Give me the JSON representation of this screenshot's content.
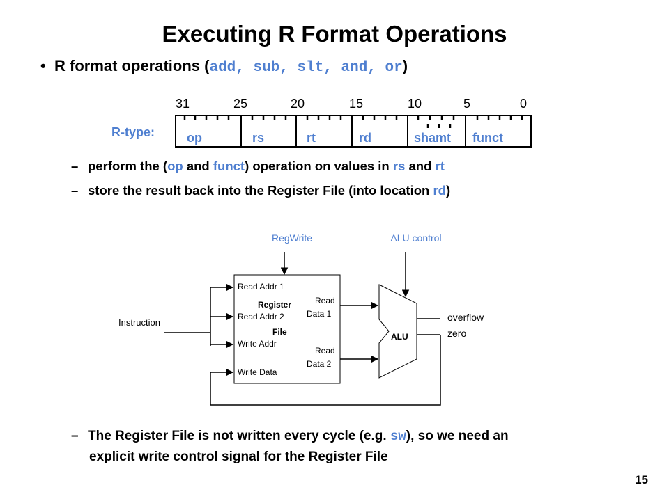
{
  "title": "Executing R Format Operations",
  "bullet": {
    "prefix": "R format operations (",
    "ops": "add, sub, slt, and, or",
    "suffix": ")"
  },
  "rtype": {
    "label": "R-type:",
    "bit_labels": [
      "31",
      "25",
      "20",
      "15",
      "10",
      "5",
      "0"
    ],
    "fields": [
      "op",
      "rs",
      "rt",
      "rd",
      "shamt",
      "funct"
    ]
  },
  "points": [
    {
      "dash": "–",
      "segments": [
        {
          "text": "perform the (",
          "hl": false
        },
        {
          "text": "op",
          "hl": true
        },
        {
          "text": " and ",
          "hl": false
        },
        {
          "text": "funct",
          "hl": true
        },
        {
          "text": ") operation on values in ",
          "hl": false
        },
        {
          "text": "rs",
          "hl": true
        },
        {
          "text": " and ",
          "hl": false
        },
        {
          "text": "rt",
          "hl": true
        }
      ]
    },
    {
      "dash": "–",
      "segments": [
        {
          "text": "store the result back into the Register File (into location ",
          "hl": false
        },
        {
          "text": "rd",
          "hl": true
        },
        {
          "text": ")",
          "hl": false
        }
      ]
    }
  ],
  "diagram": {
    "regwrite": "RegWrite",
    "alu_control": "ALU control",
    "instruction": "Instruction",
    "read_addr1": "Read Addr 1",
    "read_addr2": "Read Addr 2",
    "write_addr": "Write Addr",
    "write_data": "Write Data",
    "register": "Register",
    "file": "File",
    "read": "Read",
    "data1": "Data 1",
    "data2": "Data 2",
    "alu": "ALU",
    "overflow": "overflow",
    "zero": "zero"
  },
  "note": {
    "dash": "–",
    "line1_a": "The Register File is not written every cycle (e.g. ",
    "line1_code": "sw",
    "line1_b": "), so we need an",
    "line2": "explicit write control signal for the Register File"
  },
  "page_number": "15",
  "colors": {
    "highlight": "#4f7fd0",
    "text": "#000000"
  }
}
